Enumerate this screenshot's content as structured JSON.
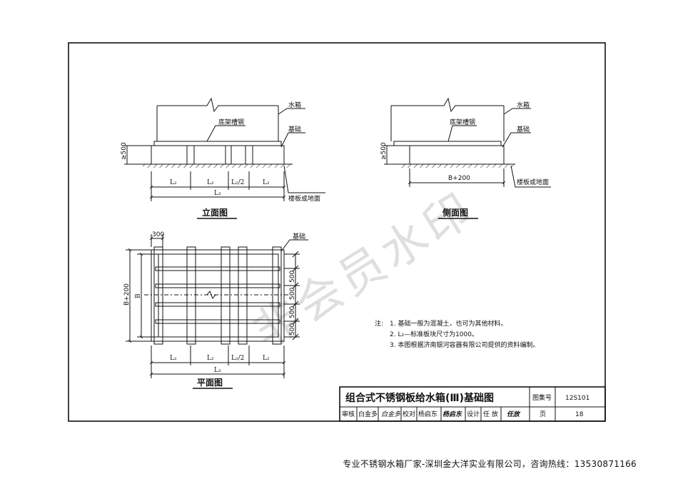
{
  "drawing": {
    "elevation": {
      "title": "立面图",
      "label_tank": "水箱",
      "label_channel": "底架槽钢",
      "label_foundation": "基础",
      "label_floor": "楼板或地面",
      "height_dim": "≥500",
      "dim_l2": "L₂",
      "dim_l2_half": "L₂/2",
      "dim_l3": "L₃"
    },
    "side": {
      "title": "侧面图",
      "label_tank": "水箱",
      "label_channel": "底架槽钢",
      "label_foundation": "基础",
      "label_floor": "楼板或地面",
      "height_dim": "≥500",
      "width_dim": "B+200"
    },
    "plan": {
      "title": "平面图",
      "label_foundation": "基础",
      "top_dim": "300",
      "left_outer_dim": "B+200",
      "left_inner_dim": "B",
      "right_dims": [
        "500",
        "500",
        "500",
        "500"
      ],
      "dim_l2": "L₂",
      "dim_l2_half": "L₂/2",
      "dim_l3": "L₃"
    },
    "notes": {
      "prefix": "注:",
      "items": [
        "1. 基础一般为混凝土，也可为其他材料。",
        "2. L₂—标准板块尺寸为1000。",
        "3. 本图根据济南银河容器有限公司提供的资料编制。"
      ]
    },
    "title_block": {
      "title": "组合式不锈钢板给水箱(Ⅲ)基础图",
      "atlas_label": "图集号",
      "atlas_no": "12S101",
      "page_label": "页",
      "page_no": "18",
      "review_label": "审核",
      "review_name": "白金多",
      "review_sign": "白金多",
      "check_label": "校对",
      "check_name": "杨启东",
      "check_sign": "杨启东",
      "design_label": "设计",
      "design_name": "任 放",
      "design_sign": "任放"
    },
    "watermark": "非会员水印"
  },
  "footer": {
    "text": "专业不锈钢水箱厂家-深圳金大洋实业有限公司，咨询热线：13530871166"
  }
}
